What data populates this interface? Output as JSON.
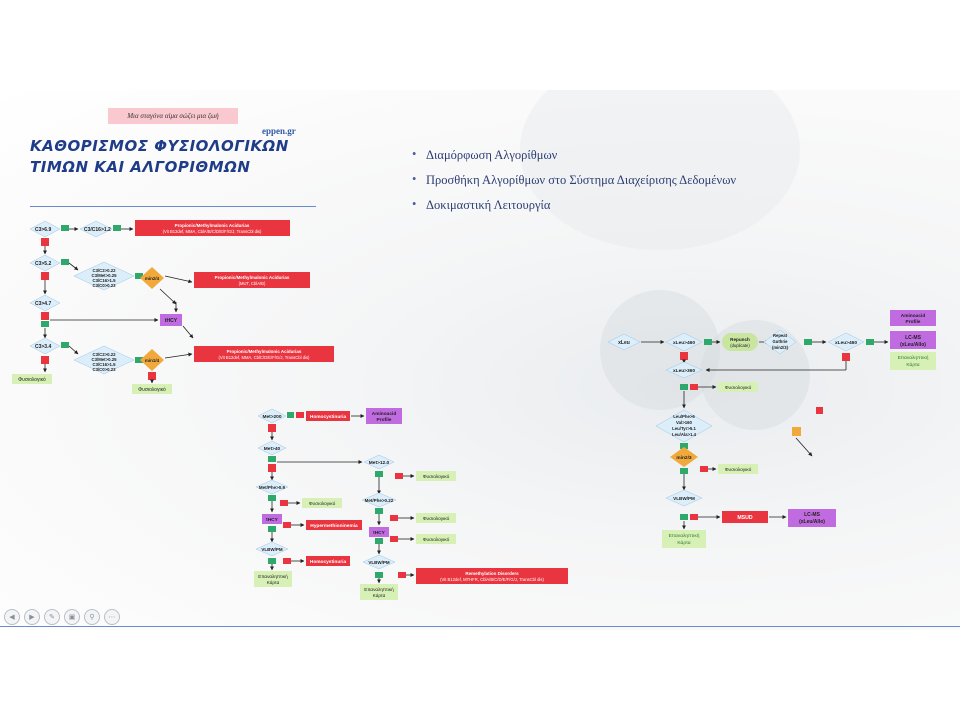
{
  "slide": {
    "tagline": "Μια σταγόνα αίμα σώζει μια ζωή",
    "site": "eppen.gr",
    "title_line1": "ΚΑΘΟΡΙΣΜΟΣ ΦΥΣΙΟΛΟΓΙΚΩΝ",
    "title_line2": "ΤΙΜΩΝ ΚΑΙ ΑΛΓΟΡΙΘΜΩΝ",
    "bullets": [
      "Διαμόρφωση Αλγορίθμων",
      "Προσθήκη Αλγορίθμων στο Σύστημα Διαχείρισης Δεδομένων",
      "Δοκιμαστική Λειτουργία"
    ]
  },
  "colors": {
    "title": "#1f3c88",
    "node": "#dceefa",
    "red": "#e8353f",
    "purple": "#c06be0",
    "green_box": "#d7f0b5",
    "orange": "#f2a93b",
    "yellow_green": "#c8e6a0",
    "arrow": "#222222"
  },
  "diagram1": {
    "nodes": {
      "c3_69": "C3>6.9",
      "c3_c16": "C3/C16>1.2",
      "c3_52": "C3>5.2",
      "ratios1_a": "C3/C2>0.22",
      "ratios1_b": "C3/Met>0.25",
      "ratios1_c": "C3/C16>1.5",
      "ratios1_d": "C3/C0>0.23",
      "min2of4_a": "min2/4",
      "c3_47": "C3>4.7",
      "ihcy": "tHCY",
      "c3_34": "C3>3.4",
      "ratios2_a": "C3/C2>0.22",
      "ratios2_b": "C3/Met>0.25",
      "ratios2_c": "C3/C16>1.5",
      "ratios2_d": "C3/C0>0.23",
      "min1of4": "min1/4",
      "fysio_left": "Φυσιολογικό",
      "fysio_bottom": "Φυσιολογικό",
      "box1_line1": "Propionic/Methylmalonic Acidurias",
      "box1_line2": "(Vit B12def, MMA, CblA/B/C/D/E/F/G/J, TransCbl dis)",
      "box2_line1": "Propionic/Methylmalonic Acidurias",
      "box2_line2": "(MUT, CblA/B)",
      "box3_line1": "Propionic/Methylmalonic Acidurias",
      "box3_line2": "(Vit B12def, MMA, CblC/D/E/F/G/J, TransCbl dis)"
    }
  },
  "diagram2": {
    "nodes": {
      "met200": "Met>200",
      "homocystinuria1": "Homocystinuria",
      "aminoacid": "Aminoacid",
      "profile": "Profile",
      "met40": "Met>40",
      "met12": "Met>12.0",
      "fysio1": "Φυσιολογικό",
      "metphe09": "Met/Phe>0.9",
      "fysio2": "Φυσιολογικό",
      "metphe022": "Met/Phe>0.22",
      "fysio3": "Φυσιολογικό",
      "thcy_a": "tHCY",
      "hypermet": "Hypermethioninemia",
      "thcy_b": "tHCY",
      "fysio4": "Φυσιολογικό",
      "vlbw1": "VLBW/PM",
      "homocystinuria2": "Homocystinuria",
      "vlbw2": "VLBW/PM",
      "remeth_line1": "Remethylation Disorders",
      "remeth_line2": "(Vit B12def, MTHFR, CblA/B/C/D/E/F/G/J, TransCbl dis)",
      "epan1_line1": "Επαναληπτική",
      "epan1_line2": "Κάρτα",
      "epan2_line1": "Επαναληπτική",
      "epan2_line2": "Κάρτα"
    }
  },
  "diagram3": {
    "nodes": {
      "xleu": "xLeu",
      "xleu460": "xLeu>460",
      "repunch_line1": "Repunch",
      "repunch_line2": "(duplicate)",
      "repeat_line1": "Repeat",
      "repeat_line2": "Guthrie",
      "repeat_line3": "(min2/3)",
      "xleu460b": "xLeu>460",
      "aa_line1": "Aminoacid",
      "aa_line2": "Profile",
      "lcms1_line1": "LC-MS",
      "lcms1_line2": "(xLeu/Allo)",
      "epan_r_line1": "Επαναληπτική",
      "epan_r_line2": "Κάρτα",
      "xleu360": "xLeu>360",
      "fysio1": "Φυσιολογικό",
      "ratio_a": "Leu/Phe>6",
      "ratio_b": "Val>160",
      "ratio_c": "Leu/Tyr>5.1",
      "ratio_d": "Leu/Ala>1.4",
      "min2of3": "min2/3",
      "fysio2": "Φυσιολογικό",
      "vlbw": "VLBW/PM",
      "msud": "MSUD",
      "lcms2_line1": "LC-MS",
      "lcms2_line2": "(xLeu/Allo)",
      "epan_b_line1": "Επαναληπτική",
      "epan_b_line2": "Κάρτα"
    }
  },
  "toolbar": {
    "icons": [
      "back-icon",
      "forward-icon",
      "pen-icon",
      "copy-icon",
      "zoom-icon",
      "more-icon"
    ]
  }
}
